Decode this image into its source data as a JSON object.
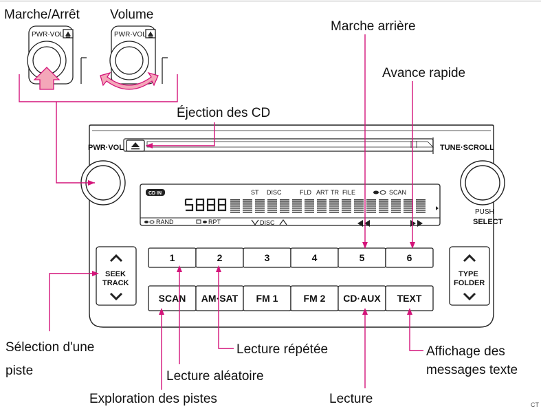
{
  "callouts": {
    "power": "Marche/Arrêt",
    "volume": "Volume",
    "rewind": "Marche arrière",
    "fast_forward": "Avance rapide",
    "eject": "Éjection des CD",
    "track_select_line1": "Sélection d'une",
    "track_select_line2": "piste",
    "repeat": "Lecture répétée",
    "text_display_line1": "Affichage des",
    "text_display_line2": "messages texte",
    "random": "Lecture aléatoire",
    "scan": "Exploration des pistes",
    "play": "Lecture",
    "corner_code": "CT"
  },
  "unit": {
    "pwr_vol": "PWR·VOL",
    "pwr_vol_small": "PWR·VOL",
    "tune_scroll": "TUNE·SCROLL",
    "push": "PUSH",
    "select": "SELECT",
    "seek": "SEEK",
    "track": "TRACK",
    "type": "TYPE",
    "folder": "FOLDER"
  },
  "display": {
    "cd_in": "CD IN",
    "st": "ST",
    "disc": "DISC",
    "fld": "FLD",
    "art": "ART",
    "tr": "TR",
    "file": "FILE",
    "scan": "SCAN",
    "rand": "RAND",
    "rpt": "RPT",
    "disc_nav": "DISC"
  },
  "buttons": {
    "presets": [
      "1",
      "2",
      "3",
      "4",
      "5",
      "6"
    ],
    "functions": [
      "SCAN",
      "AM·SAT",
      "FM 1",
      "FM 2",
      "CD·AUX",
      "TEXT"
    ]
  },
  "colors": {
    "callout_line": "#d4147a",
    "outline": "#222222"
  }
}
